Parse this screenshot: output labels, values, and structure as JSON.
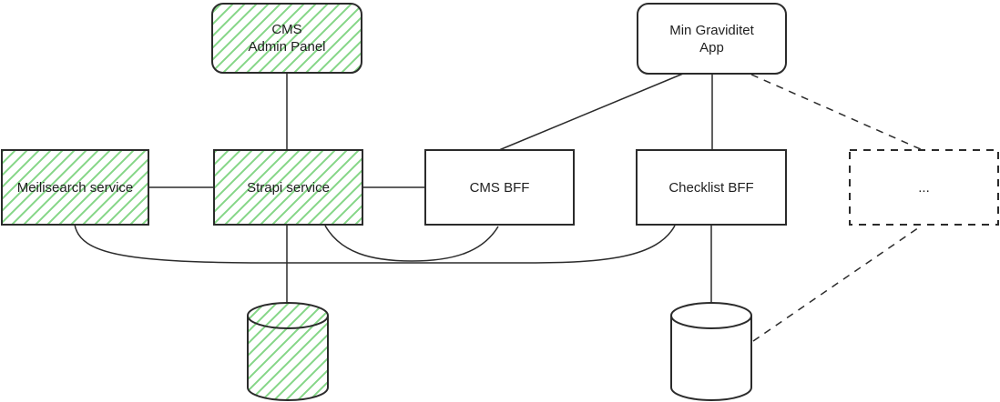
{
  "diagram": {
    "kind": "architecture-diagram",
    "colors": {
      "background": "#ffffff",
      "stroke": "#2b2b2b",
      "hatch_green": "#85d687",
      "text": "#1f1f1f"
    },
    "nodes": {
      "cms_admin_panel": {
        "line1": "CMS",
        "line2": "Admin Panel",
        "shape": "rounded-rectangle",
        "fill": "green-hatch"
      },
      "min_graviditet_app": {
        "line1": "Min Graviditet",
        "line2": "App",
        "shape": "rounded-rectangle",
        "fill": "white"
      },
      "meilisearch_service": {
        "label": "Meilisearch service",
        "shape": "rectangle",
        "fill": "green-hatch"
      },
      "strapi_service": {
        "label": "Strapi service",
        "shape": "rectangle",
        "fill": "green-hatch"
      },
      "cms_bff": {
        "label": "CMS BFF",
        "shape": "rectangle",
        "fill": "white"
      },
      "checklist_bff": {
        "label": "Checklist BFF",
        "shape": "rectangle",
        "fill": "white"
      },
      "future_placeholder": {
        "label": "...",
        "shape": "dashed-rectangle",
        "fill": "white"
      },
      "strapi_database": {
        "shape": "cylinder",
        "fill": "green-hatch"
      },
      "checklist_database": {
        "shape": "cylinder",
        "fill": "white"
      }
    },
    "edges": [
      {
        "from": "cms_admin_panel",
        "to": "strapi_service",
        "style": "solid"
      },
      {
        "from": "min_graviditet_app",
        "to": "cms_bff",
        "style": "solid"
      },
      {
        "from": "min_graviditet_app",
        "to": "checklist_bff",
        "style": "solid"
      },
      {
        "from": "min_graviditet_app",
        "to": "future_placeholder",
        "style": "dashed"
      },
      {
        "from": "meilisearch_service",
        "to": "strapi_service",
        "style": "solid"
      },
      {
        "from": "strapi_service",
        "to": "cms_bff",
        "style": "solid"
      },
      {
        "from": "strapi_service",
        "to": "strapi_database",
        "style": "solid"
      },
      {
        "from": "checklist_bff",
        "to": "checklist_database",
        "style": "solid"
      },
      {
        "from": "meilisearch_service",
        "to": "checklist_bff",
        "style": "solid-curved"
      },
      {
        "from": "strapi_service",
        "to": "cms_bff",
        "style": "solid-curved-bottom"
      },
      {
        "from": "checklist_database",
        "to": "future_placeholder",
        "style": "dashed"
      }
    ]
  }
}
